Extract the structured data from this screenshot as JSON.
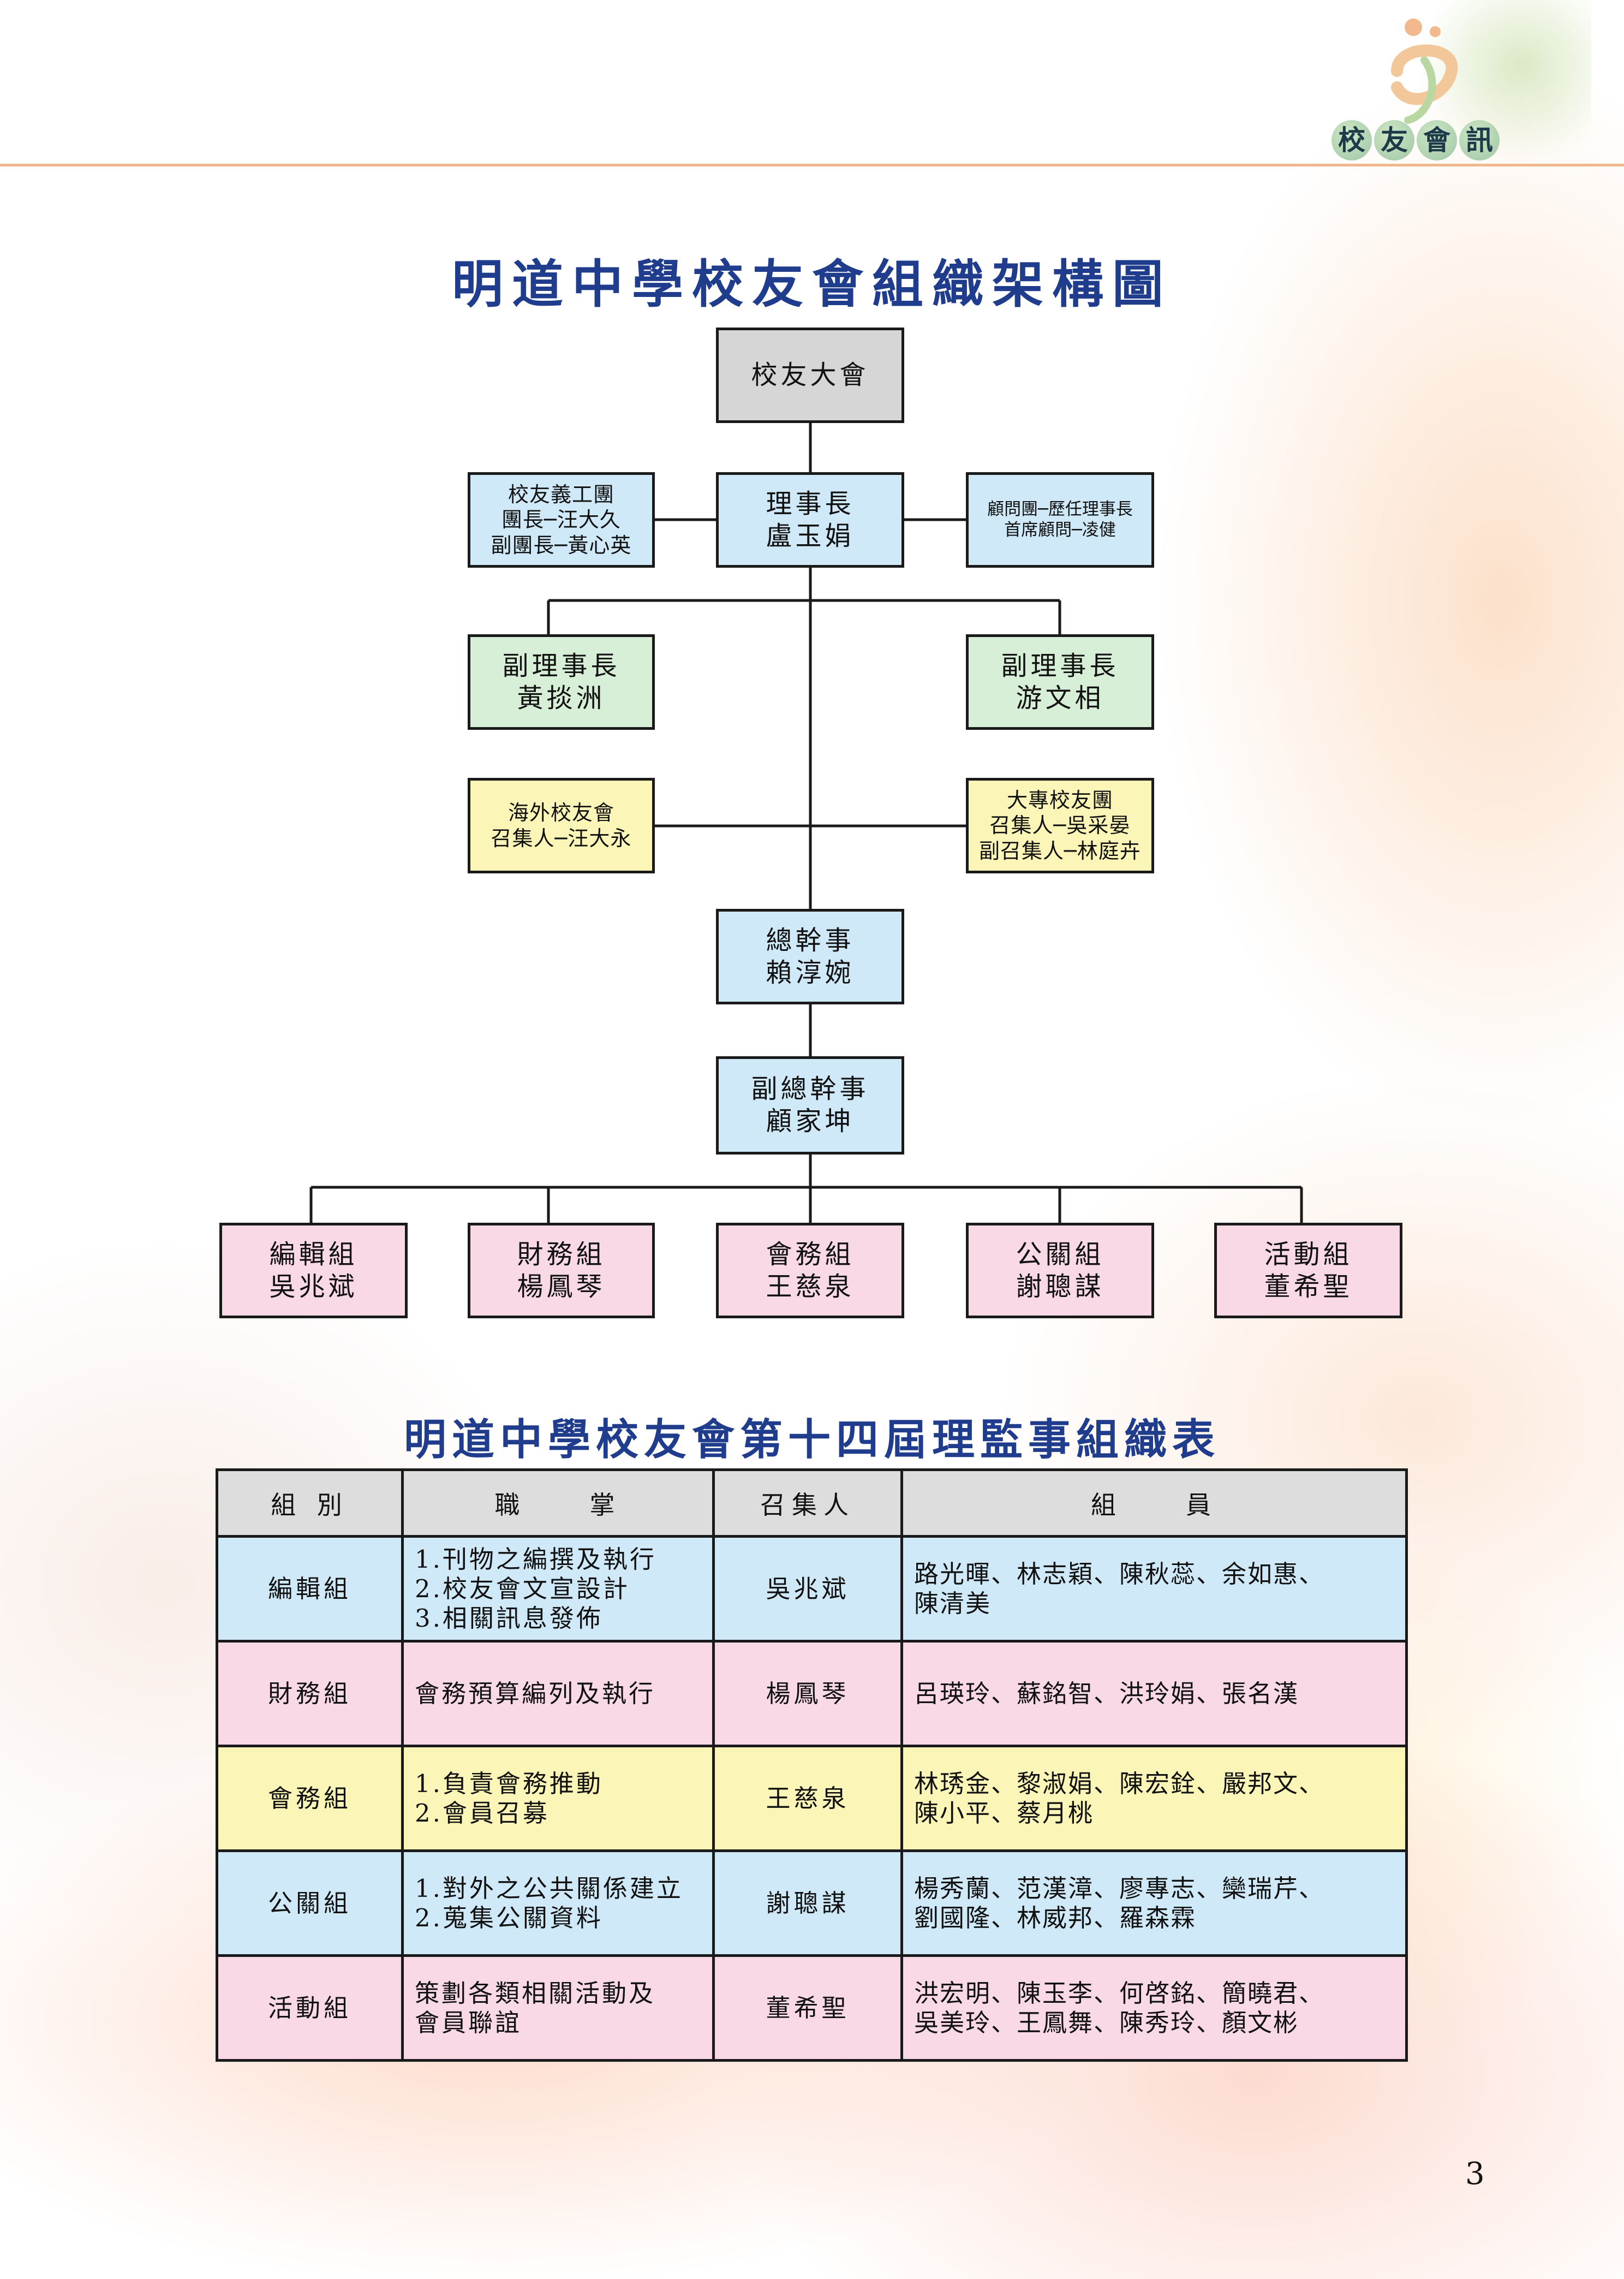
{
  "header": {
    "section_label": [
      "校",
      "友",
      "會",
      "訊"
    ]
  },
  "colors": {
    "title_blue": "#1f3d8c",
    "box_gray": "#d6d6d6",
    "box_blue": "#cfe9f8",
    "box_green": "#d6efd6",
    "box_yellow": "#fbf6b8",
    "box_pink": "#f9d9e6",
    "header_rule": "#f0b78d"
  },
  "org_chart": {
    "title": "明道中學校友會組織架構圖",
    "assembly": "校友大會",
    "chair": {
      "title": "理事長",
      "name": "盧玉娟"
    },
    "volunteer": {
      "name": "校友義工團",
      "line1": "團長─汪大久",
      "line2": "副團長─黃心英"
    },
    "advisors": {
      "line1": "顧問團─歷任理事長",
      "line2": "首席顧問─凌健"
    },
    "vice_left": {
      "title": "副理事長",
      "name": "黃掞洲"
    },
    "vice_right": {
      "title": "副理事長",
      "name": "游文相"
    },
    "overseas": {
      "name": "海外校友會",
      "line1": "召集人─汪大永"
    },
    "college": {
      "name": "大專校友團",
      "line1": "召集人─吳采晏",
      "line2": "副召集人─林庭卉"
    },
    "secgen": {
      "title": "總幹事",
      "name": "賴淳婉"
    },
    "deputy_secgen": {
      "title": "副總幹事",
      "name": "顧家坤"
    },
    "groups": [
      {
        "name": "編輯組",
        "lead": "吳兆斌"
      },
      {
        "name": "財務組",
        "lead": "楊鳳琴"
      },
      {
        "name": "會務組",
        "lead": "王慈泉"
      },
      {
        "name": "公關組",
        "lead": "謝聰謀"
      },
      {
        "name": "活動組",
        "lead": "董希聖"
      }
    ]
  },
  "roster": {
    "title": "明道中學校友會第十四屆理監事組織表",
    "headers": [
      "組 別",
      "職　　掌",
      "召集人",
      "組　　員"
    ],
    "rows": [
      {
        "group": "編輯組",
        "duty": [
          "1.刊物之編撰及執行",
          "2.校友會文宣設計",
          "3.相關訊息發佈"
        ],
        "convener": "吳兆斌",
        "members": [
          "路光暉、林志穎、陳秋蕊、余如惠、",
          "陳清美"
        ]
      },
      {
        "group": "財務組",
        "duty": [
          "會務預算編列及執行"
        ],
        "convener": "楊鳳琴",
        "members": [
          "呂瑛玲、蘇銘智、洪玲娟、張名漢"
        ]
      },
      {
        "group": "會務組",
        "duty": [
          "1.負責會務推動",
          "2.會員召募"
        ],
        "convener": "王慈泉",
        "members": [
          "林琇金、黎淑娟、陳宏銓、嚴邦文、",
          "陳小平、蔡月桃"
        ]
      },
      {
        "group": "公關組",
        "duty": [
          "1.對外之公共關係建立",
          "2.蒐集公關資料"
        ],
        "convener": "謝聰謀",
        "members": [
          "楊秀蘭、范漢漳、廖專志、欒瑞芹、",
          "劉國隆、林威邦、羅森霖"
        ]
      },
      {
        "group": "活動組",
        "duty": [
          "策劃各類相關活動及",
          "會員聯誼"
        ],
        "convener": "董希聖",
        "members": [
          "洪宏明、陳玉李、何啓銘、簡曉君、",
          "吳美玲、王鳳舞、陳秀玲、顏文彬"
        ]
      }
    ]
  },
  "page_number": "3"
}
